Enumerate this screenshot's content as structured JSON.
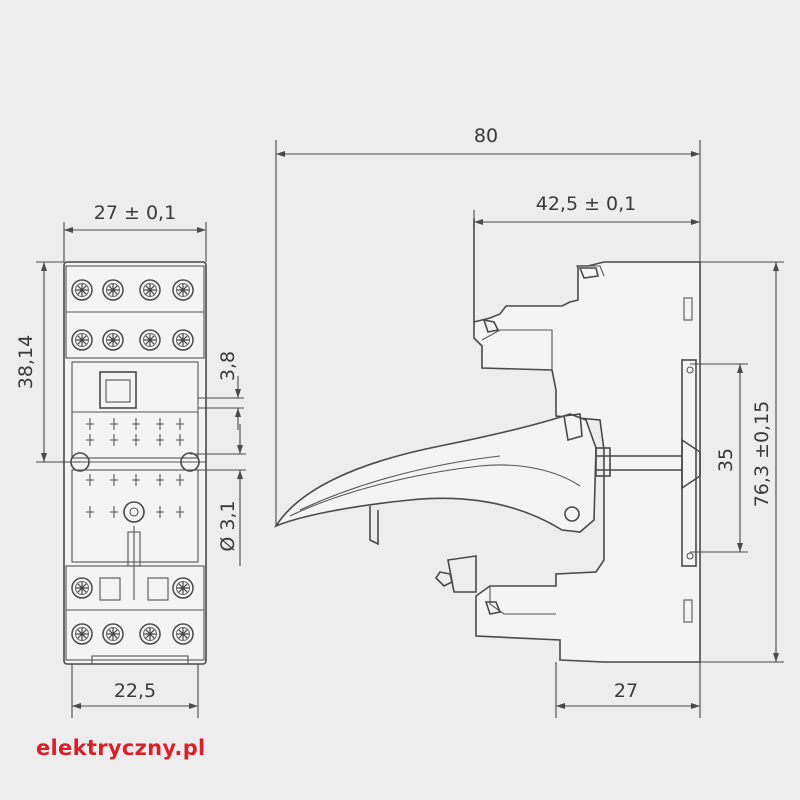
{
  "dimensions": {
    "total_depth": "80",
    "socket_width": "27 ± 0,1",
    "socket_height": "38,14",
    "pitch_3_8": "3,8",
    "hole_diameter": "Ø 3,1",
    "base_width_bottom": "22,5",
    "body_depth": "42,5 ± 0,1",
    "din_rail": "35",
    "overall_height": "76,3 ±0,15",
    "base_depth_bottom": "27"
  },
  "brand": {
    "text": "elektryczny.pl",
    "color": "#d8202a"
  }
}
